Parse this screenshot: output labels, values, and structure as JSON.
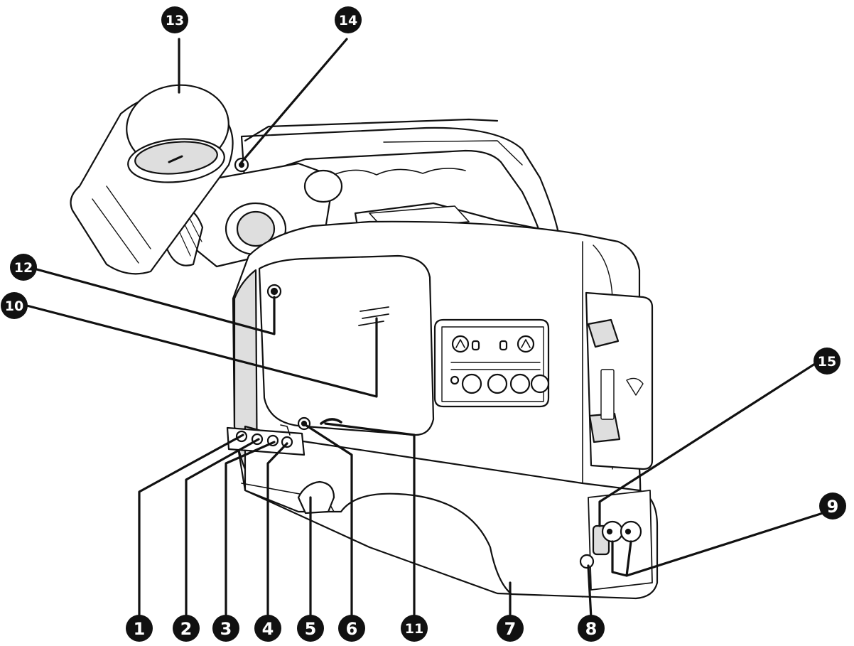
{
  "diagram": {
    "colors": {
      "ink": "#111111",
      "paper": "#ffffff",
      "shade": "#dedede",
      "mid": "#c4c4c4"
    },
    "callouts": [
      {
        "id": "c1",
        "label": "1"
      },
      {
        "id": "c2",
        "label": "2"
      },
      {
        "id": "c3",
        "label": "3"
      },
      {
        "id": "c4",
        "label": "4"
      },
      {
        "id": "c5",
        "label": "5"
      },
      {
        "id": "c6",
        "label": "6"
      },
      {
        "id": "c7",
        "label": "7"
      },
      {
        "id": "c8",
        "label": "8"
      },
      {
        "id": "c9",
        "label": "9"
      },
      {
        "id": "c10",
        "label": "10"
      },
      {
        "id": "c11",
        "label": "11"
      },
      {
        "id": "c12",
        "label": "12"
      },
      {
        "id": "c13",
        "label": "13"
      },
      {
        "id": "c14",
        "label": "14"
      },
      {
        "id": "c15",
        "label": "15"
      }
    ]
  }
}
